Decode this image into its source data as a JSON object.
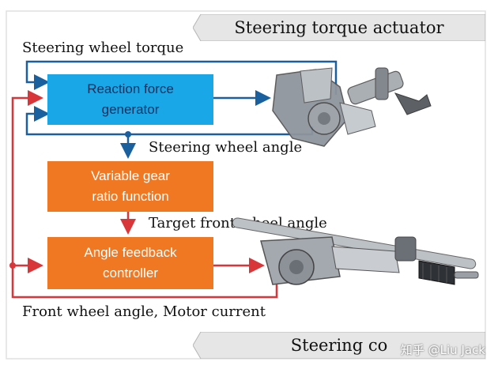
{
  "banners": {
    "top": "Steering torque actuator",
    "bottom": "Steering co"
  },
  "boxes": {
    "reaction": "Reaction force\ngenerator",
    "gear": "Variable gear\nratio function",
    "feedback": "Angle feedback\ncontroller"
  },
  "labels": {
    "torque": "Steering wheel torque",
    "wheel_angle": "Steering wheel angle",
    "target_angle": "Target front wheel angle",
    "front_motor": "Front wheel angle, Motor current"
  },
  "watermark": "知乎 @Liu Jack",
  "colors": {
    "blue_box": "#1aa7e8",
    "orange_box": "#f07822",
    "blue_line": "#1a5f9e",
    "red_line": "#d9363a"
  }
}
